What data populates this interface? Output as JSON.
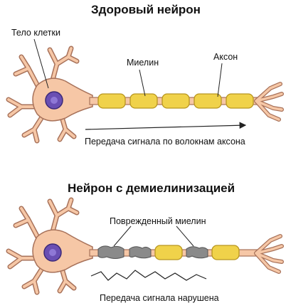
{
  "healthy": {
    "title": "Здоровый нейрон",
    "cell_body_label": "Тело клетки",
    "myelin_label": "Миелин",
    "axon_label": "Аксон",
    "signal_caption": "Передача сигнала по волокнам аксона"
  },
  "demyelinated": {
    "title": "Нейрон с демиелинизацией",
    "damaged_myelin_label": "Поврежденный миелин",
    "signal_caption": "Передача сигнала нарушена"
  },
  "colors": {
    "neuron_fill": "#f6c7a6",
    "neuron_stroke": "#a8725a",
    "nucleus_fill": "#6a4fb3",
    "myelin_fill": "#f0d24a",
    "damaged_myelin_fill": "#8a8a8a",
    "arrow": "#222222"
  }
}
